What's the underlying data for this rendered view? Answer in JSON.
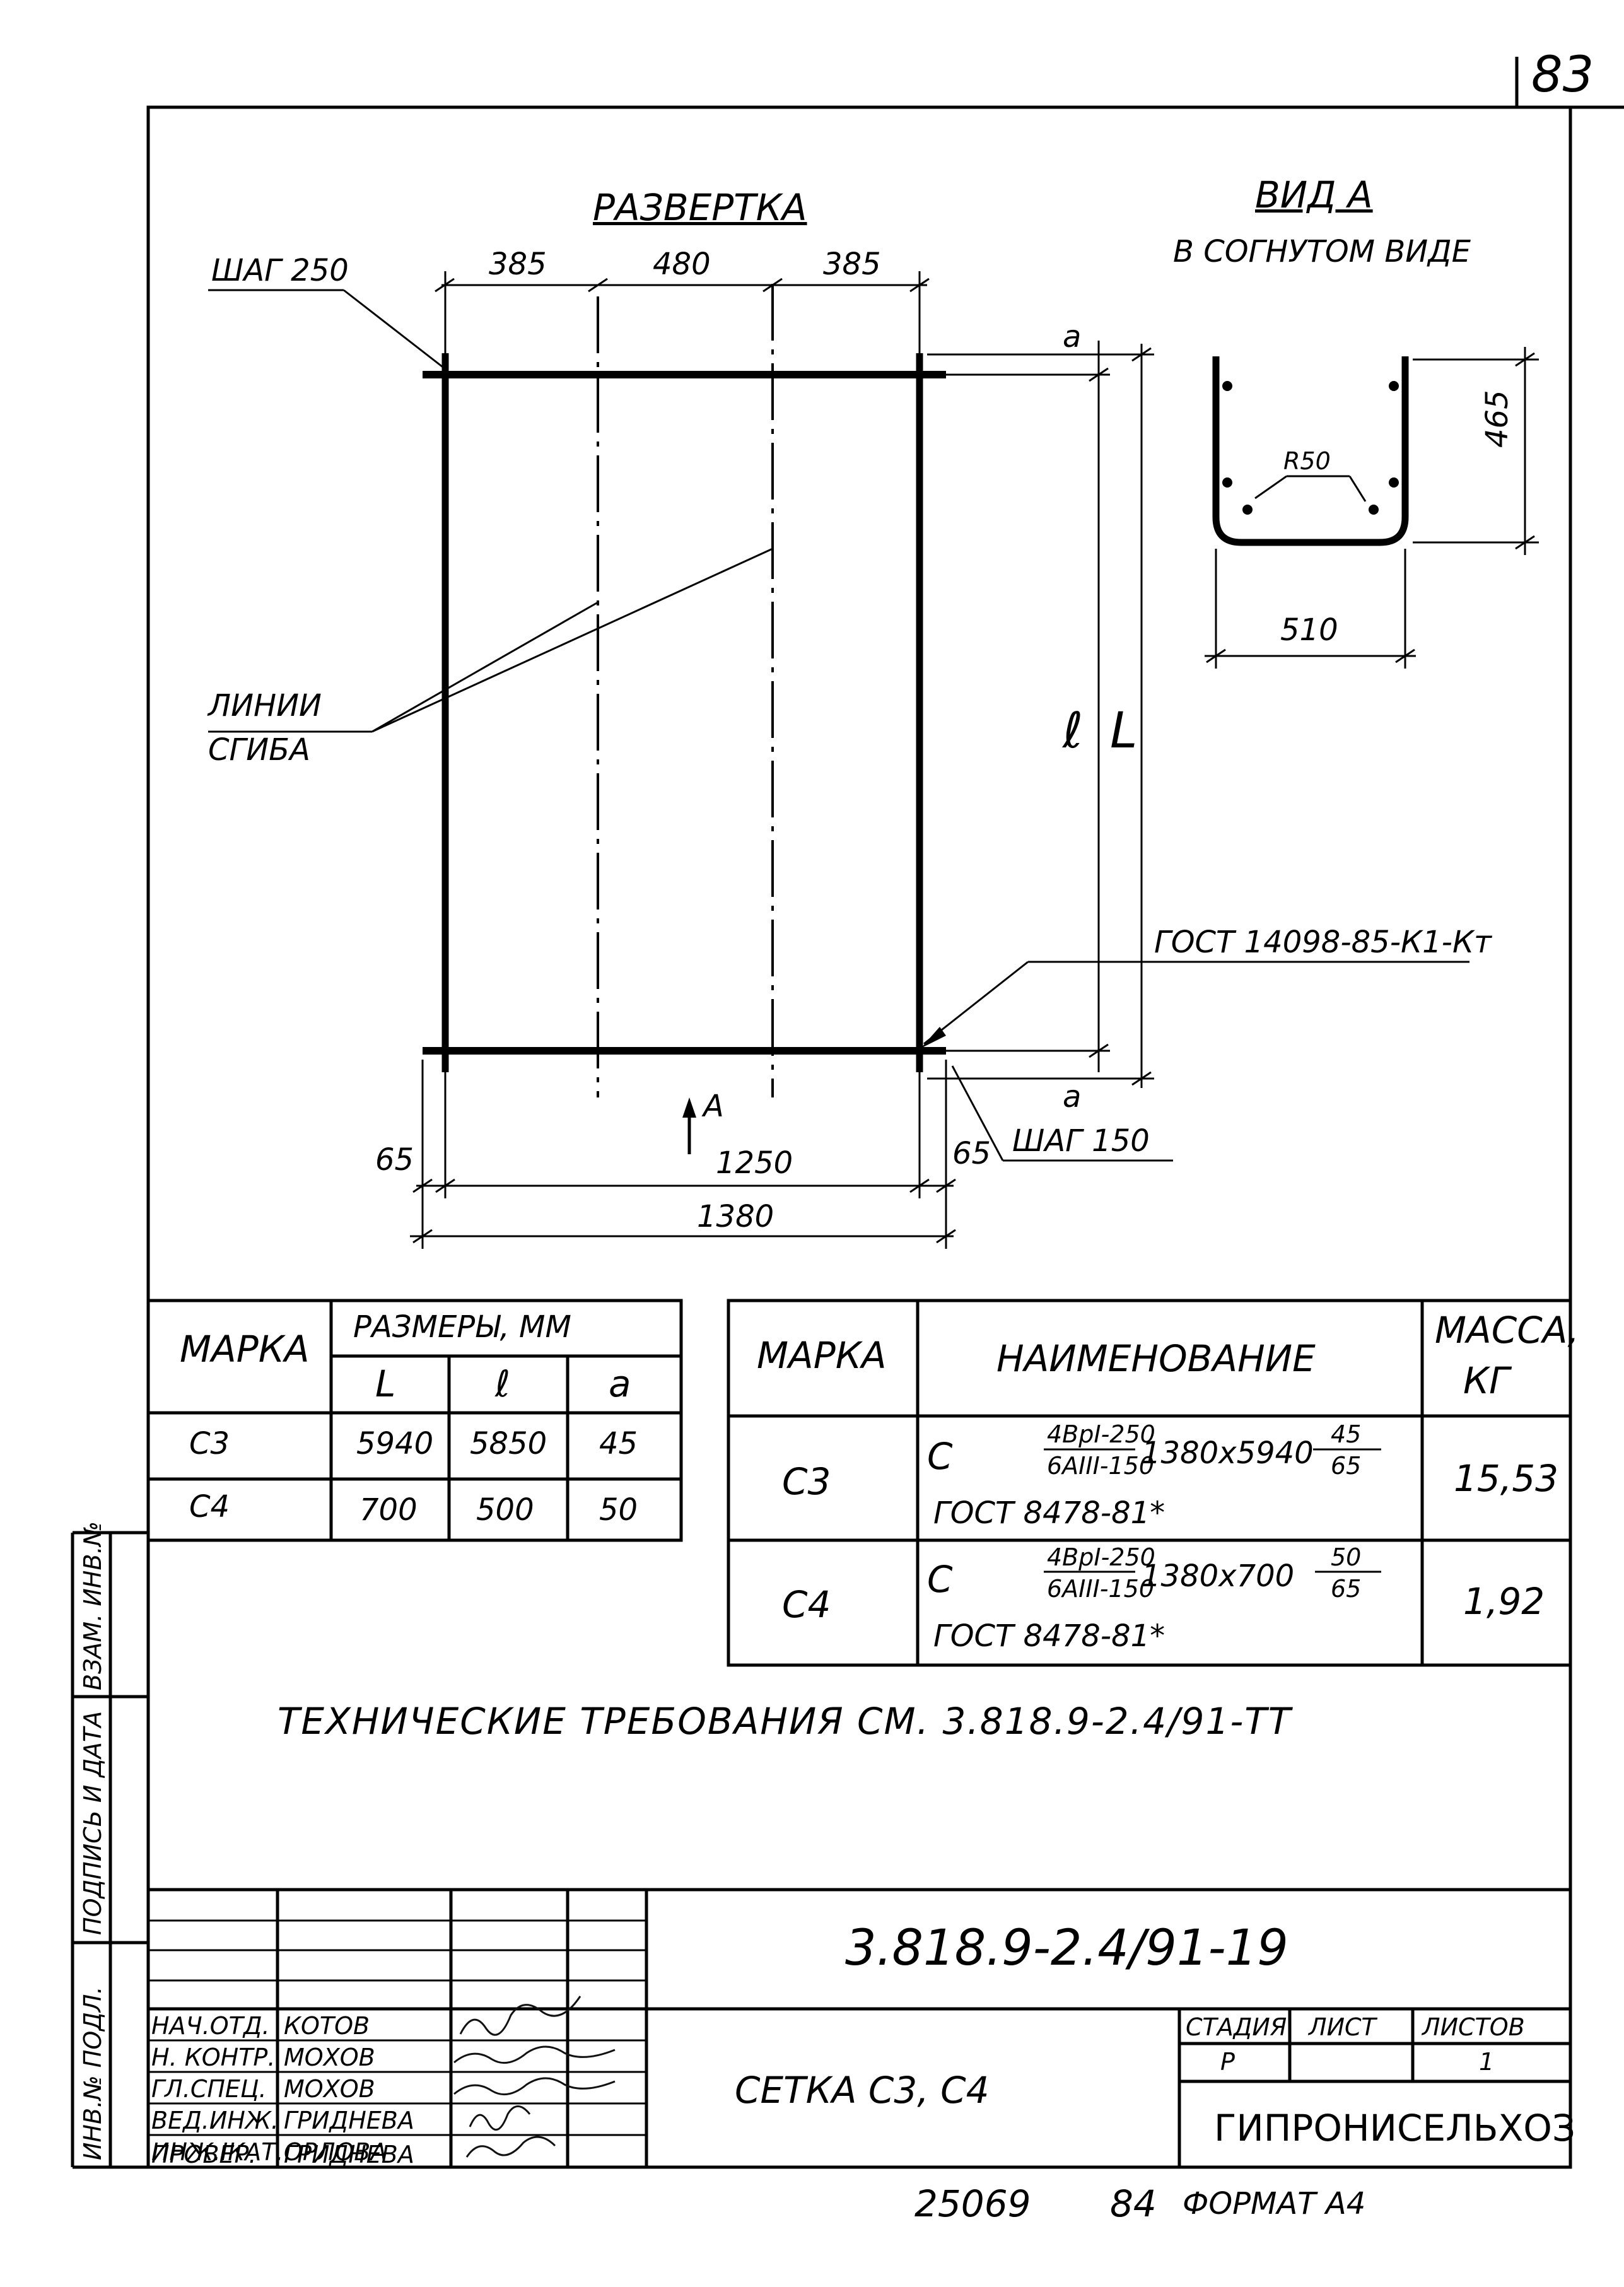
{
  "sheet_number": "83",
  "drawing": {
    "unfolded_title": "РАЗВЕРТКА",
    "view_title": "ВИД А",
    "view_subtitle": "В СОГНУТОМ ВИДЕ",
    "pitch_top": "ШАГ 250",
    "pitch_bottom": "ШАГ 150",
    "bend_lines_1": "ЛИНИИ",
    "bend_lines_2": "СГИБА",
    "weld_std": "ГОСТ 14098-85-К1-Кт",
    "dim_top": [
      "385",
      "480",
      "385"
    ],
    "dim_a_top": "a",
    "dim_a_bottom": "a",
    "dim_l_small": "ℓ",
    "dim_L": "L",
    "dim_left": "65",
    "dim_right": "65",
    "dim_inner": "1250",
    "dim_total": "1380",
    "view_arrow": "A",
    "view_radius": "R50",
    "view_height": "465",
    "view_width": "510"
  },
  "sizes_table": {
    "header_mark": "МАРКА",
    "header_sizes": "РАЗМЕРЫ, ММ",
    "subheaders": [
      "L",
      "ℓ",
      "a"
    ],
    "rows": [
      {
        "mark": "С3",
        "L": "5940",
        "l": "5850",
        "a": "45"
      },
      {
        "mark": "С4",
        "L": "700",
        "l": "500",
        "a": "50"
      }
    ]
  },
  "spec_table": {
    "header_mark": "МАРКА",
    "header_name": "НАИМЕНОВАНИЕ",
    "header_mass_1": "МАССА,",
    "header_mass_2": "КГ",
    "rows": [
      {
        "mark": "С3",
        "prefix": "С",
        "frac_top": "4ВрI-250",
        "frac_bottom": "6АIII-150",
        "size": "1380x5940",
        "tail_top": "45",
        "tail_bottom": "65",
        "std": "ГОСТ 8478-81*",
        "mass": "15,53"
      },
      {
        "mark": "С4",
        "prefix": "С",
        "frac_top": "4ВрI-250",
        "frac_bottom": "6АIII-150",
        "size": "1380x700",
        "tail_top": "50",
        "tail_bottom": "65",
        "std": "ГОСТ 8478-81*",
        "mass": "1,92"
      }
    ]
  },
  "tech_req": "ТЕХНИЧЕСКИЕ ТРЕБОВАНИЯ СМ. 3.818.9-2.4/91-ТТ",
  "side_labels": [
    "ИНВ.№ ПОДЛ.",
    "ПОДПИСЬ И ДАТА",
    "ВЗАМ. ИНВ.№"
  ],
  "title_block": {
    "doc_code": "3.818.9-2.4/91-19",
    "name": "СЕТКА С3, С4",
    "org": "ГИПРОНИСЕЛЬХОЗ",
    "stage_h": "СТАДИЯ",
    "sheet_h": "ЛИСТ",
    "sheets_h": "ЛИСТОВ",
    "stage": "Р",
    "sheets": "1",
    "staff": [
      {
        "role": "НАЧ.ОТД.",
        "name": "КОТОВ"
      },
      {
        "role": "Н. КОНТР.",
        "name": "МОХОВ"
      },
      {
        "role": "ГЛ.СПЕЦ.",
        "name": "МОХОВ"
      },
      {
        "role": "ВЕД.ИНЖ.",
        "name": "ГРИДНЕВА"
      },
      {
        "role": "ИНЖ.IКАТ.",
        "name": "ОРЛОВА"
      },
      {
        "role": "ПРОВЕР.",
        "name": "ГРИДНЕВА"
      }
    ]
  },
  "footer": {
    "num": "25069",
    "num2": "84",
    "format": "ФОРМАТ А4"
  }
}
